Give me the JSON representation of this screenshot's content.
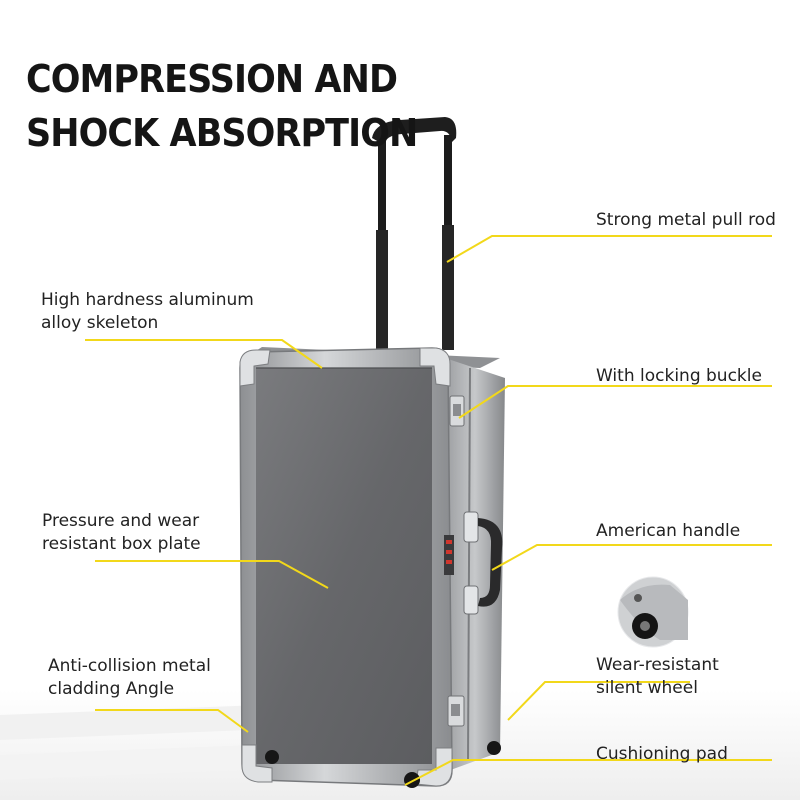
{
  "headline": {
    "line1": "COMPRESSION AND",
    "line2": "SHOCK ABSORPTION"
  },
  "features": {
    "pull_rod": "Strong metal pull rod",
    "skeleton": [
      "High hardness aluminum",
      "alloy skeleton"
    ],
    "locking_buckle": "With locking buckle",
    "american_handle": "American handle",
    "box_plate": [
      "Pressure and wear",
      "resistant box plate"
    ],
    "wheel": [
      "Wear-resistant",
      "silent wheel"
    ],
    "cladding": [
      "Anti-collision metal",
      "cladding Angle"
    ],
    "cushioning": "Cushioning pad"
  },
  "colors": {
    "callout_line": "#f2d81a",
    "case_panel": "#6e6f72",
    "aluminum_frame": "#a9abae",
    "headline_text": "#151515"
  }
}
